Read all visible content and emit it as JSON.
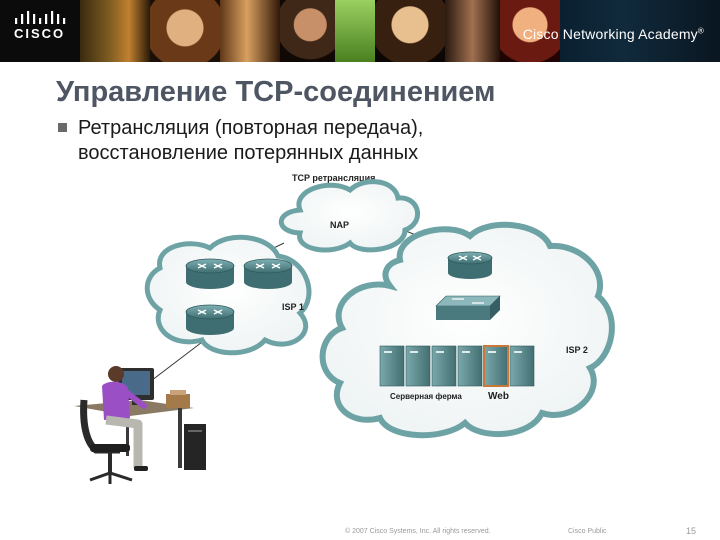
{
  "header": {
    "logo_text": "CISCO",
    "academy_text": "Cisco Networking Academy",
    "trademark": "®"
  },
  "slide": {
    "title": "Управление TCP-соединением",
    "bullet_line1": "Ретрансляция (повторная передача),",
    "bullet_line2": "восстановление потерянных данных"
  },
  "diagram": {
    "caption": "TCP ретрансляция",
    "nap_label": "NAP",
    "isp1_label": "ISP 1",
    "isp2_label": "ISP 2",
    "server_farm_label": "Серверная ферма",
    "web_label": "Web"
  },
  "footer": {
    "copyright": "© 2007 Cisco Systems, Inc. All rights reserved.",
    "classification": "Cisco Public",
    "page_number": "15"
  },
  "colors": {
    "title": "#4f5663",
    "cloud_stroke": "#6ea3a6",
    "device": "#5d8f93",
    "server": "#5c8d91",
    "web_highlight": "#c87838",
    "person_shirt": "#9a4fc4"
  }
}
